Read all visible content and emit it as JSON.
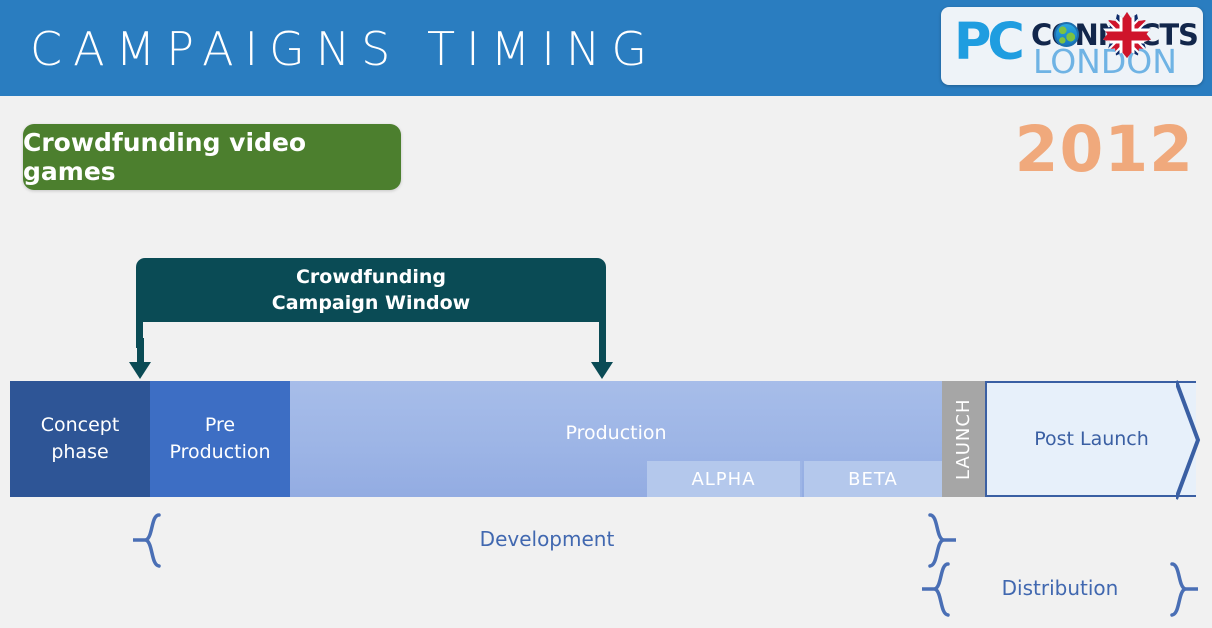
{
  "header": {
    "title": "CAMPAIGNS TIMING",
    "bar_color": "#2a7dc0"
  },
  "logo": {
    "pc": "PC",
    "connects": "CONNECTS",
    "london": "LONDON",
    "flag_icon": "uk-flag-starburst-icon",
    "globe_icon": "globe-icon"
  },
  "badge": {
    "label": "Crowdfunding video games",
    "color": "#4c7f2e"
  },
  "year": {
    "value": "2012",
    "color": "#f0a97c"
  },
  "callout": {
    "line1": "Crowdfunding",
    "line2": "Campaign Window",
    "color": "#0a4b55",
    "arrow_left_icon": "arrow-down-icon",
    "arrow_right_icon": "arrow-down-icon"
  },
  "timeline": {
    "segments": [
      {
        "id": "concept",
        "label_line1": "Concept",
        "label_line2": "phase",
        "color": "#2e5596"
      },
      {
        "id": "prepro",
        "label_line1": "Pre",
        "label_line2": "Production",
        "color": "#3d6ec4"
      },
      {
        "id": "production",
        "label_line1": "Production",
        "label_line2": "",
        "color": "#9db5e6"
      },
      {
        "id": "launch",
        "label_line1": "LAUNCH",
        "label_line2": "",
        "color": "#a6a6a6"
      },
      {
        "id": "postlaunch",
        "label_line1": "Post Launch",
        "label_line2": "",
        "color": "#e7f0fa"
      }
    ],
    "sub_segments": [
      {
        "id": "alpha",
        "label": "ALPHA",
        "color": "#b4c8ec"
      },
      {
        "id": "beta",
        "label": "BETA",
        "color": "#b4c8ec"
      }
    ]
  },
  "phases": {
    "development": "Development",
    "distribution": "Distribution",
    "brace_color": "#4a6fb5"
  }
}
